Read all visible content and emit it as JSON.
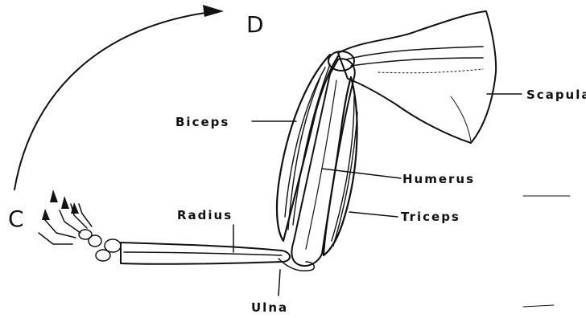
{
  "letters": {
    "start": "C",
    "end": "D"
  },
  "labels": {
    "scapula": "Scapula",
    "biceps": "Biceps",
    "humerus": "Humerus",
    "radius": "Radius",
    "triceps": "Triceps",
    "ulna": "Ulna"
  }
}
